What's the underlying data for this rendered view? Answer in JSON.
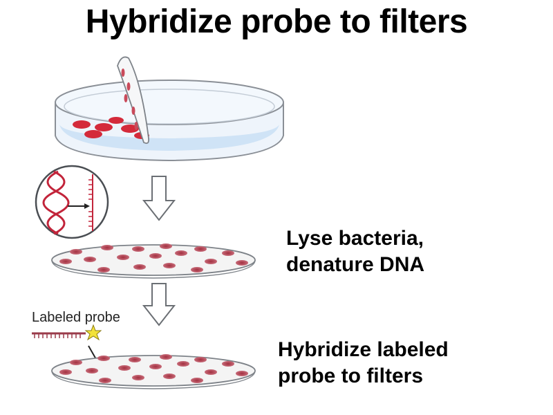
{
  "title": "Hybridize probe to filters",
  "steps": [
    {
      "line1": "Lyse bacteria,",
      "line2": "denature DNA"
    },
    {
      "line1": "Hybridize labeled",
      "line2": "probe to filters"
    }
  ],
  "probe_label": "Labeled probe",
  "colors": {
    "colony_red": "#d42a3a",
    "dot_red": "#b23a4a",
    "dish_blue": "#cfe3f6",
    "dna_strand": "#c2243a",
    "probe_star": "#f2e23a"
  }
}
